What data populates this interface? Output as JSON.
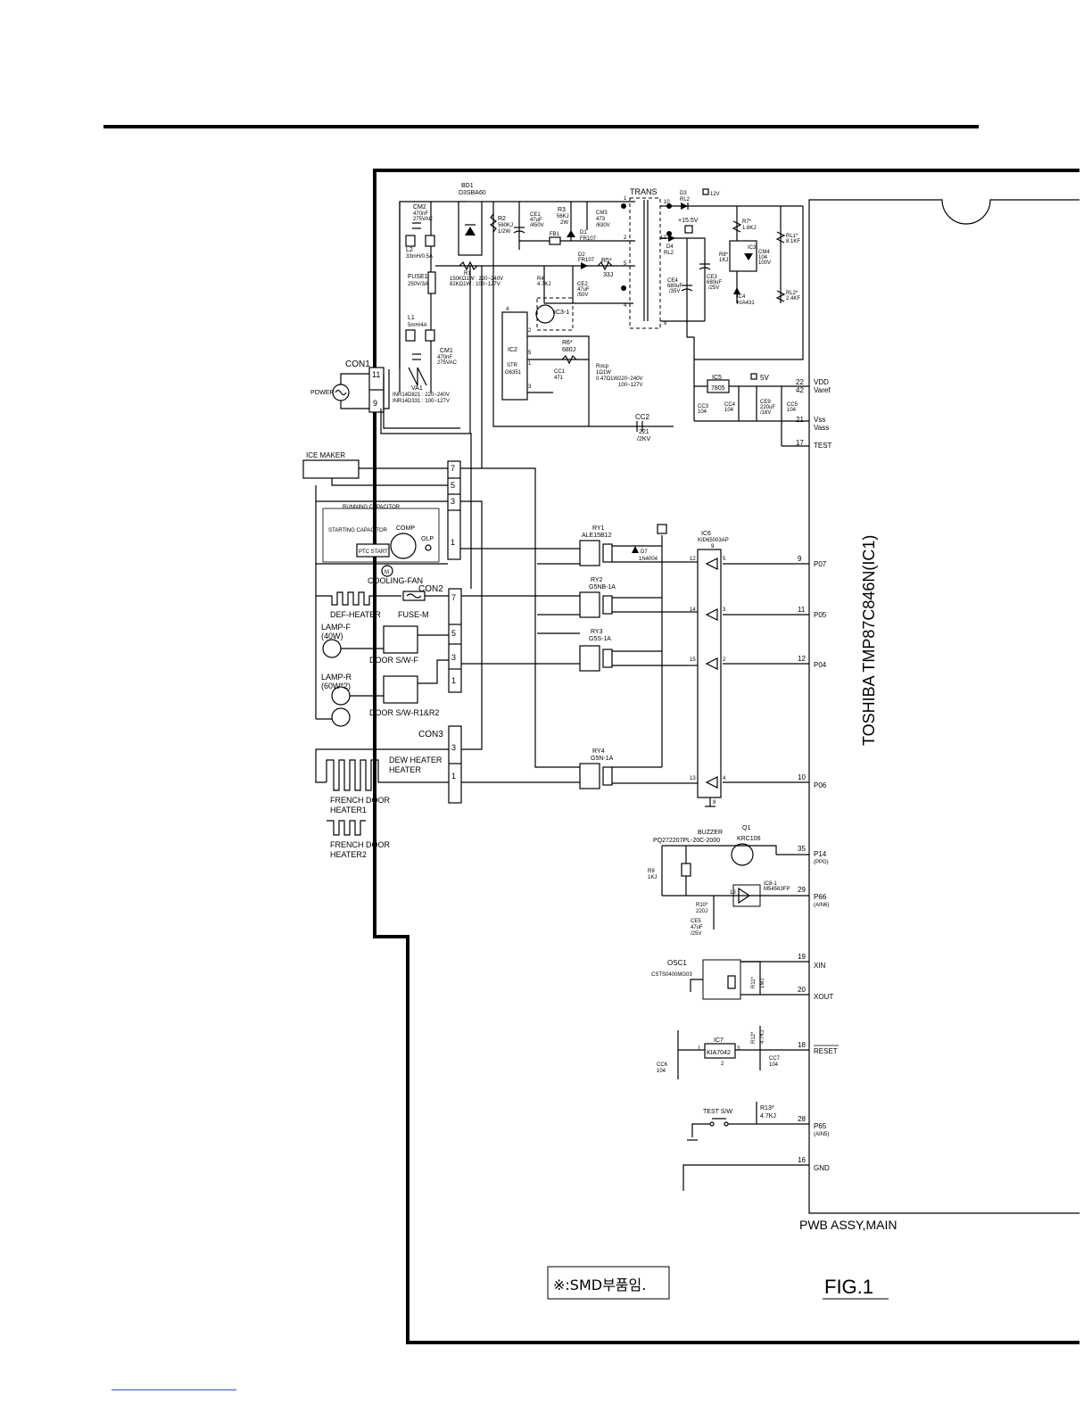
{
  "labels": {
    "bd1": "BD1",
    "bd1_part": "D3SBA60",
    "trans": "TRANS",
    "con1": "CON1",
    "con2": "CON2",
    "con3": "CON3",
    "power": "POWER",
    "va1": "VA1",
    "cm2": "CM2",
    "cm2_val": "470nF",
    "cm2_v": "275VAC",
    "l2": "L2",
    "l2_val": "33mH/0.5A",
    "fuse1": "FUSE1",
    "fuse1_val": "250V/3A",
    "l1": "L1",
    "l1_val": "5mH/4A",
    "cm1": "CM1",
    "cm1_val": "470nF",
    "cm1_v": "275VAC",
    "inr1": "INR14D821 : 220~240V",
    "inr2": "INR14D331 : 100~127V",
    "r2": "R2",
    "r2_val": "560KJ",
    "r2_w": "1/2W",
    "ce1": "CE1",
    "ce1_val": "47uF",
    "ce1_v": "/450V",
    "r3": "R3",
    "r3_val": "56KJ",
    "r3_w": "2W",
    "cm3": "CM3",
    "cm3_val": "473",
    "cm3_v": "/630V",
    "d1": "D1",
    "d1_val": "FR107",
    "fb1": "FB1",
    "d2": "D2",
    "d2_val": "FR107",
    "r5": "R5*",
    "r5_val": "33J",
    "r1": "R1",
    "r1_a": "150KΩ1W : 220~240V",
    "r1_b": "82KΩ1W : 100~127V",
    "r4": "R4",
    "r4_val": "4.7KJ",
    "ce2": "CE2",
    "ce2_val": "47uF",
    "ce2_v": "/50V",
    "ic3_1": "IC3-1",
    "ic2": "IC2",
    "ic2_part1": "STR",
    "ic2_part2": "G6351",
    "r6": "R6*",
    "r6_val": "680J",
    "cc1": "CC1",
    "cc1_val": "471",
    "rocp": "Rocp",
    "rocp_a": "1Ω1W",
    "rocp_b": "0.47Ω1W",
    "rocp_c": "220~240V",
    "rocp_d": "100~127V",
    "cc2": "CC2",
    "cc2_val": "221",
    "cc2_v": "/2KV",
    "d3": "D3",
    "d3_val": "RL2",
    "v12": "12V",
    "v155": "+15.5V",
    "d4": "D4",
    "d4_val": "RL2",
    "ce4": "CE4",
    "ce4_val": "680uF",
    "ce4_v": "/35V",
    "ce3": "CE3",
    "ce3_val": "680uF",
    "ce3_v": "/25V",
    "r7": "R7*",
    "r7_val": "1.8KJ",
    "r8": "R8*",
    "r8_val": "1KJ",
    "ic3": "IC3",
    "cm4": "CM4",
    "cm4_val": "104",
    "cm4_v": "100V",
    "ic4": "IC4",
    "ic4_val": "KIA431",
    "rl1": "RL1*",
    "rl1_val": "8.1KF",
    "rl2": "RL2*",
    "rl2_val": "2.4KF",
    "ic5": "IC5",
    "ic5_val": "7805",
    "v5": "5V",
    "cc3": "CC3",
    "cc3_val": "104",
    "cc4": "CC4",
    "cc4_val": "104",
    "ce9": "CE9",
    "ce9_val": "220uF",
    "ce9_v": "/16V",
    "cc5": "CC5",
    "cc5_val": "104",
    "ice_maker": "ICE MAKER",
    "comp": "COMP",
    "olp": "OLP",
    "ptc": "PTC START",
    "run_cap": "RUNNING CAPACITOR",
    "start_cap": "STARTING CAPACITOR",
    "cooling_fan": "COOLING-FAN",
    "def_heater": "DEF-HEATER",
    "fuse_m": "FUSE-M",
    "lamp_f": "LAMP-F",
    "lamp_f_w": "(40W)",
    "door_sw_f": "DOOR S/W-F",
    "lamp_r": "LAMP-R",
    "lamp_r_w": "(60W*2)",
    "door_sw_r": "DOOR S/W-R1&R2",
    "dew_heater": "DEW HEATER",
    "heater": "HEATER",
    "french1a": "FRENCH DOOR",
    "french1b": "HEATER1",
    "french2a": "FRENCH DOOR",
    "french2b": "HEATER2",
    "ry1": "RY1",
    "ry1_val": "ALE15B12",
    "d7": "D7",
    "d7_val": "1N4004",
    "ry2": "RY2",
    "ry2_val": "G5NB-1A",
    "ry3": "RY3",
    "ry3_val": "G5S-1A",
    "ry4": "RY4",
    "ry4_val": "G5N-1A",
    "ic6": "IC6",
    "ic6_val": "KID65003AP",
    "buzzer": "BUZZER",
    "buzzer_val": "PQ272207PL-20C-2000",
    "q1": "Q1",
    "q1_val": "KRC106",
    "r9": "R9",
    "r9_val": "1KJ",
    "ic8": "IC8-1",
    "ic8_val": "M54563FP",
    "r10": "R10*",
    "r10_val": "220J",
    "ce5": "CE5",
    "ce5_val": "47uF",
    "ce5_v": "/25V",
    "osc1": "OSC1",
    "osc1_val": "CSTS0400MG03",
    "r11": "R11*",
    "r11_val": "1MJ",
    "ic7": "IC7",
    "ic7_val": "KIA7042",
    "r12": "R12*",
    "r12_val": "4.7KJ",
    "cc6": "CC6",
    "cc6_val": "104",
    "cc7": "CC7",
    "cc7_val": "104",
    "test_sw": "TEST S/W",
    "r13": "R13*",
    "r13_val": "4.7KJ",
    "mcu": "TOSHIBA TMP87C846N(IC1)",
    "pwb": "PWB  ASSY,MAIN",
    "fig": "FIG.1",
    "smd_note": "※:SMD부품임."
  },
  "connectors": {
    "con1_pins": [
      "11",
      "9"
    ],
    "main_pins": [
      "7",
      "5",
      "3",
      "1"
    ],
    "con2_pins": [
      "7",
      "5",
      "3",
      "1"
    ],
    "con3_pins": [
      "3",
      "1"
    ]
  },
  "mcu_pins": [
    {
      "num": "22",
      "name": "VDD"
    },
    {
      "num": "42",
      "name": "Varef"
    },
    {
      "num": "21",
      "name": "Vss"
    },
    {
      "num": "",
      "name": "Vass"
    },
    {
      "num": "17",
      "name": "TEST"
    },
    {
      "num": "9",
      "name": "P07"
    },
    {
      "num": "11",
      "name": "P05"
    },
    {
      "num": "12",
      "name": "P04"
    },
    {
      "num": "10",
      "name": "P06"
    },
    {
      "num": "35",
      "name": "P14"
    },
    {
      "num": "29",
      "name": "P66"
    },
    {
      "num": "19",
      "name": "XIN"
    },
    {
      "num": "20",
      "name": "XOUT"
    },
    {
      "num": "18",
      "name": "RESET"
    },
    {
      "num": "28",
      "name": "P65"
    },
    {
      "num": "16",
      "name": "GND"
    }
  ],
  "pin_notes": {
    "p14": "(PPG)",
    "p66": "(AIN6)",
    "p65": "(AIN5)"
  },
  "ic6_pins": {
    "in": [
      "5",
      "3",
      "2",
      "4"
    ],
    "out": [
      "12",
      "14",
      "15",
      "13"
    ],
    "top": "9",
    "bottom": "8"
  },
  "trans_pins": [
    "1",
    "2",
    "5",
    "4",
    "10",
    "12",
    "8"
  ],
  "ic2_pins": [
    "4",
    "2",
    "5",
    "1",
    "3"
  ],
  "ic7_pins": [
    "1",
    "3",
    "2"
  ]
}
